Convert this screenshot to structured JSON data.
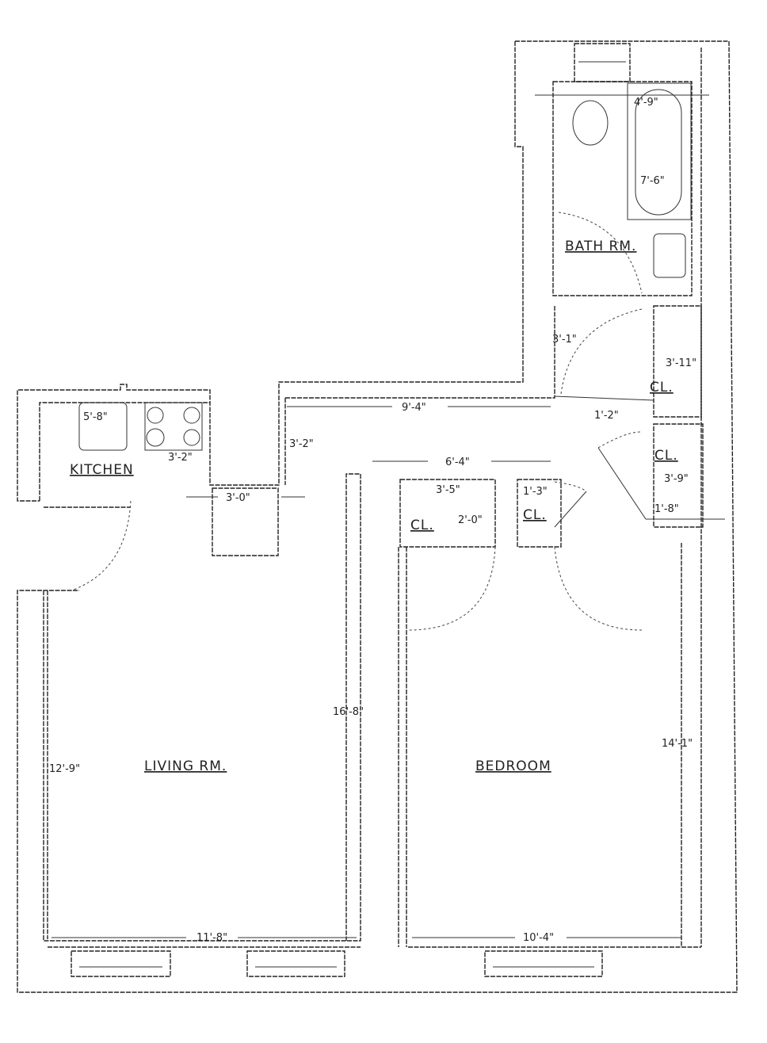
{
  "rooms": {
    "bath": "BATH RM.",
    "kitchen": "KITCHEN",
    "living": "LIVING RM.",
    "bedroom": "BEDROOM",
    "closet_bath": "CL.",
    "closet_hall": "CL.",
    "closet_bed_left": "CL.",
    "closet_bed_right": "CL."
  },
  "dimensions": {
    "tub_width": "4'-9\"",
    "tub_length": "7'-6\"",
    "hall_door": "3'-1\"",
    "closet_bath_len": "3'-11\"",
    "hall_length": "9'-4\"",
    "hall_gap": "1'-2\"",
    "closet_hall_len": "3'-9\"",
    "closet_hall_depth": "1'-8\"",
    "bed_closets_width": "6'-4\"",
    "bed_closet_left_width": "3'-5\"",
    "bed_closet_right_width": "1'-3\"",
    "bed_closet_depth": "2'-0\"",
    "kitchen_counter": "5'-8\"",
    "kitchen_passage": "3'-2\"",
    "entry_depth": "3'-2\"",
    "entry_width": "3'-0\"",
    "living_width": "12'-9\"",
    "living_length": "16'-8\"",
    "living_bottom": "11'-8\"",
    "bedroom_length": "14'-1\"",
    "bedroom_width": "10'-4\""
  }
}
